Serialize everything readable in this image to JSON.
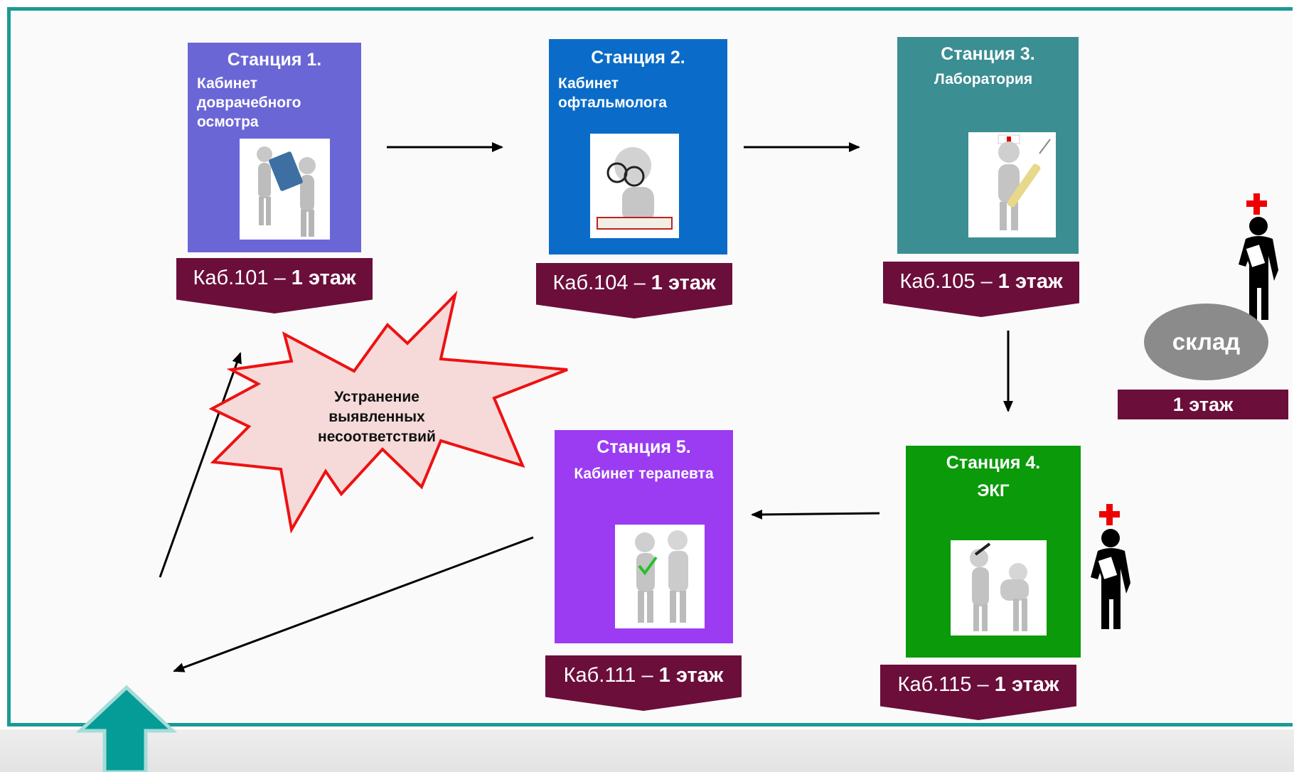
{
  "stations": [
    {
      "title": "Станция 1.",
      "subtitle": "Кабинет доврачебного осмотра",
      "room": "Каб.101 –",
      "floor": "1 этаж",
      "color": "#6b66d6",
      "icon": "two-figures-tablet-icon"
    },
    {
      "title": "Станция 2.",
      "subtitle": "Кабинет офтальмолога",
      "room": "Каб.104 –",
      "floor": "1 этаж",
      "color": "#0a6cc8",
      "icon": "figure-with-glasses-reading-icon"
    },
    {
      "title": "Станция 3.",
      "subtitle": "Лаборатория",
      "room": "Каб.105 –",
      "floor": "1 этаж",
      "color": "#3b8e92",
      "icon": "nurse-with-syringe-icon"
    },
    {
      "title": "Станция 4.",
      "subtitle": "ЭКГ",
      "room": "Каб.115 –",
      "floor": "1 этаж",
      "color": "#0a9a0a",
      "icon": "doctor-examining-patient-icon"
    },
    {
      "title": "Станция 5.",
      "subtitle": "Кабинет терапевта",
      "room": "Каб.111 –",
      "floor": "1 этаж",
      "color": "#9b3cf2",
      "icon": "doctor-and-patient-icon"
    }
  ],
  "callout": {
    "text": "Устранение выявленных несоответствий",
    "fill": "#f6dada",
    "stroke": "#ee1111"
  },
  "storage": {
    "label": "склад",
    "floor": "1 этаж"
  },
  "icons": [
    "medic-cross-figure-icon",
    "up-arrow-icon"
  ]
}
